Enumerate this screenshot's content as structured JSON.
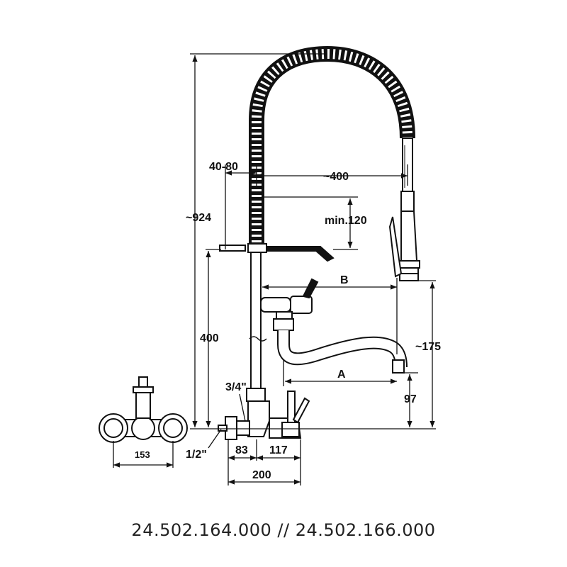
{
  "dimensions": {
    "overall_height": "~924",
    "spring_offset": "40-80",
    "spray_reach": "~400",
    "min_clearance": "min.120",
    "mount_height": "400",
    "spout_b": "B",
    "spout_a": "A",
    "spout_height": "~175",
    "outlet_height": "97",
    "inlet_thread": "3/4\"",
    "connector_thread": "1/2\"",
    "wall_offset": "83",
    "body_offset": "117",
    "total_depth": "200",
    "centers": "153"
  },
  "caption": "24.502.164.000 // 24.502.166.000",
  "colors": {
    "line": "#111111",
    "background": "#ffffff"
  }
}
